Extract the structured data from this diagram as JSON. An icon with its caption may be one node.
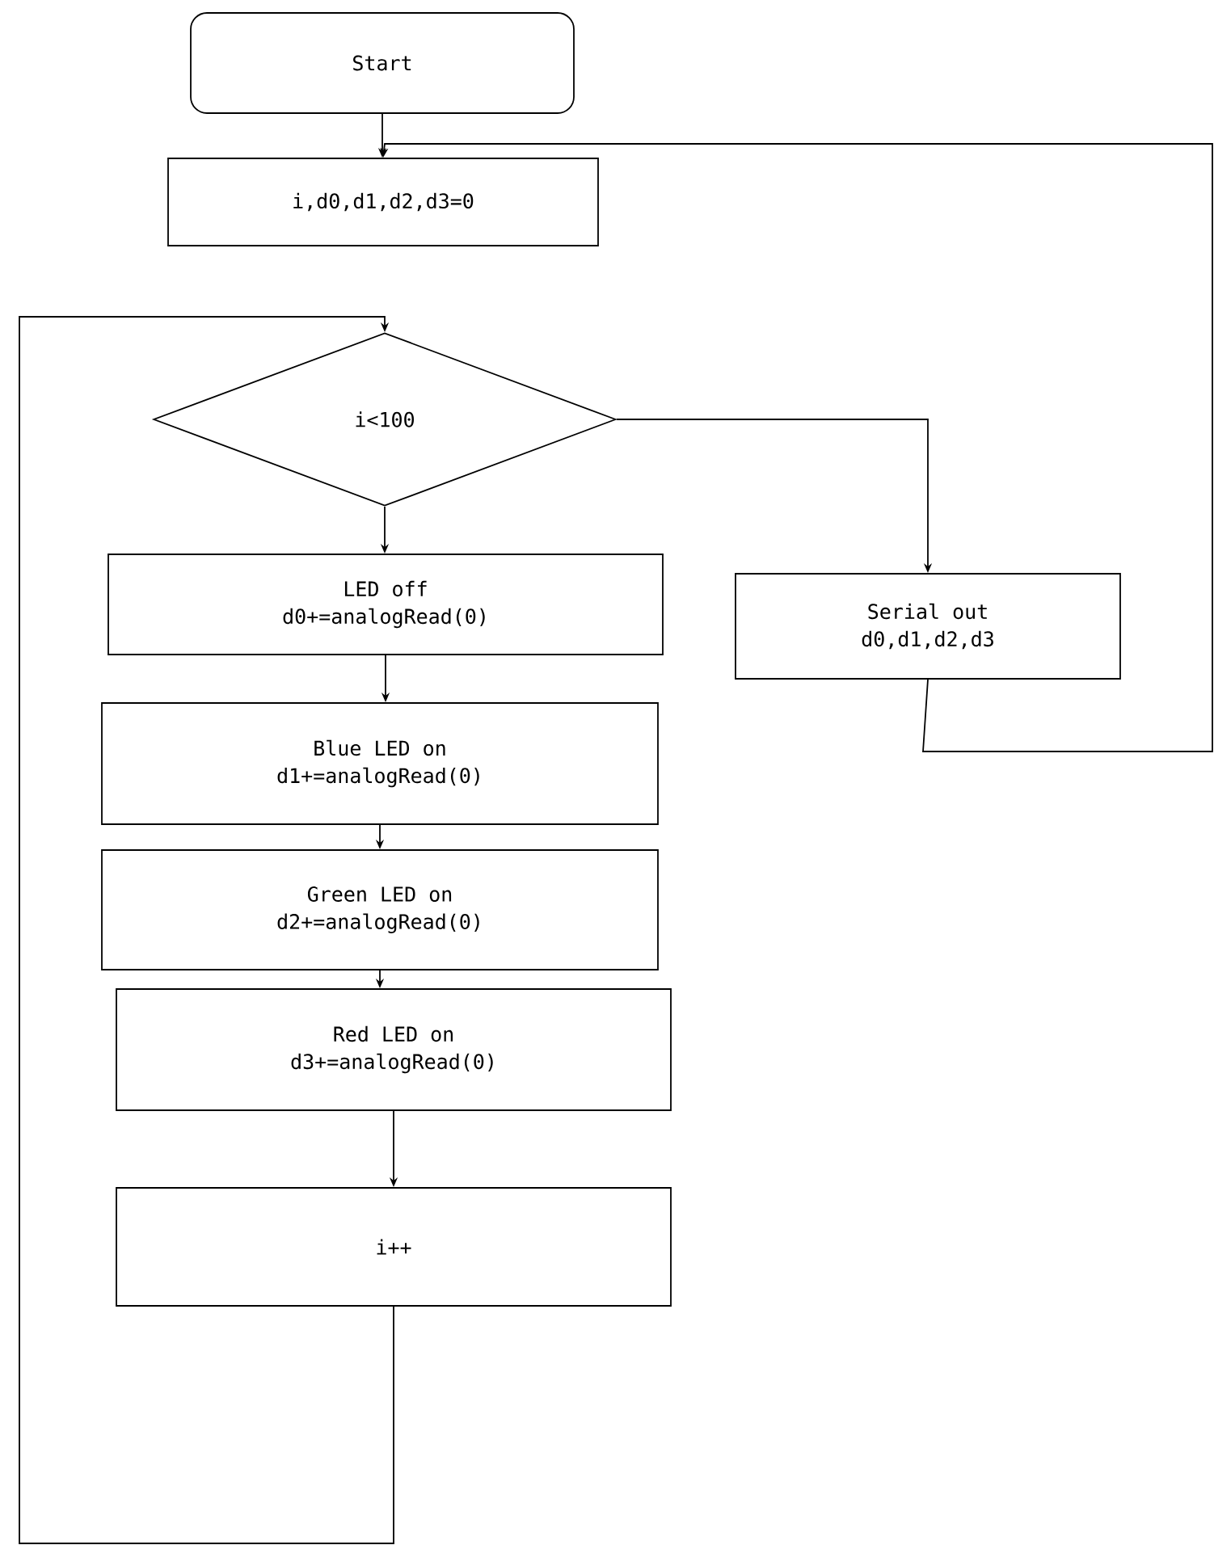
{
  "diagram": {
    "nodes": [
      {
        "text": [
          "Start"
        ]
      },
      {
        "text": [
          "i,d0,d1,d2,d3=0"
        ]
      },
      {
        "text": [
          "i<100"
        ]
      },
      {
        "text": [
          "LED off",
          "d0+=analogRead(0)"
        ]
      },
      {
        "text": [
          "Serial out",
          "d0,d1,d2,d3"
        ]
      },
      {
        "text": [
          "Blue LED on",
          "d1+=analogRead(0)"
        ]
      },
      {
        "text": [
          "Green LED on",
          "d2+=analogRead(0)"
        ]
      },
      {
        "text": [
          "Red LED on",
          "d3+=analogRead(0)"
        ]
      },
      {
        "text": [
          "i++"
        ]
      }
    ],
    "edges": [
      {
        "from": 0,
        "to": 1,
        "arrow": "to"
      },
      {
        "from": 4,
        "to": 1,
        "arrow": "to"
      },
      {
        "from": 2,
        "to": 3,
        "arrow": "to"
      },
      {
        "from": 2,
        "to": 4,
        "arrow": "to"
      },
      {
        "from": 3,
        "to": 5,
        "arrow": "to"
      },
      {
        "from": 5,
        "to": 6,
        "arrow": "to"
      },
      {
        "from": 6,
        "to": 7,
        "arrow": "to"
      },
      {
        "from": 7,
        "to": 8,
        "arrow": "to"
      },
      {
        "from": 8,
        "to": 2,
        "arrow": "to"
      }
    ]
  }
}
